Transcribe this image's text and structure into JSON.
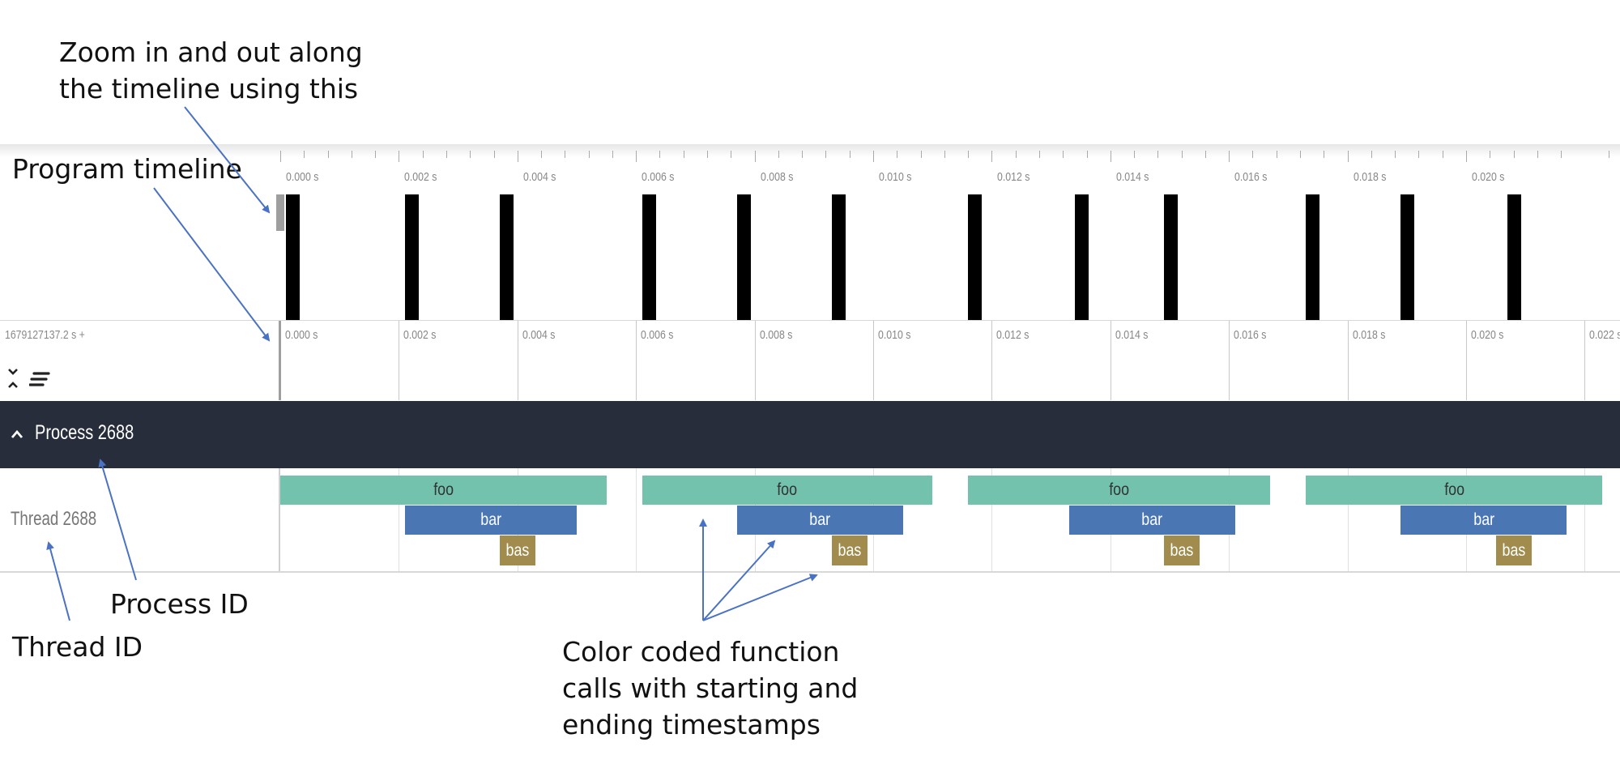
{
  "annotations": {
    "zoom_note": "Zoom in and out along\nthe timeline using this",
    "timeline_label": "Program timeline",
    "process_id_label": "Process ID",
    "thread_id_label": "Thread ID",
    "function_calls_note": "Color coded function\ncalls with starting and\nending timestamps"
  },
  "overview_ruler": {
    "tick_labels": [
      "0.000 s",
      "0.002 s",
      "0.004 s",
      "0.006 s",
      "0.008 s",
      "0.010 s",
      "0.012 s",
      "0.014 s",
      "0.016 s",
      "0.018 s",
      "0.020 s"
    ]
  },
  "time_axis": {
    "offset_label": "1679127137.2 s +",
    "tick_labels": [
      "0.000 s",
      "0.002 s",
      "0.004 s",
      "0.006 s",
      "0.008 s",
      "0.010 s",
      "0.012 s",
      "0.014 s",
      "0.016 s",
      "0.018 s",
      "0.020 s",
      "0.022 s"
    ]
  },
  "toolbar": {
    "collapse_icon": "collapse-expand-icon",
    "sort_icon": "sort-lines-icon"
  },
  "process": {
    "title": "Process 2688",
    "chevron_icon": "chevron-up-icon"
  },
  "thread": {
    "label": "Thread 2688"
  },
  "colors": {
    "foo": "#72c2ae",
    "bar": "#4a77b3",
    "bas": "#a18c4e",
    "activity": "#000000",
    "process_header": "#272d3a",
    "annotation_arrow": "#4a72c4"
  },
  "calls": [
    {
      "name": "foo",
      "depth": 0,
      "start_s": 0.0,
      "end_s": 0.0055
    },
    {
      "name": "bar",
      "depth": 1,
      "start_s": 0.0021,
      "end_s": 0.005
    },
    {
      "name": "bas",
      "depth": 2,
      "start_s": 0.0037,
      "end_s": 0.0043
    },
    {
      "name": "foo",
      "depth": 0,
      "start_s": 0.0061,
      "end_s": 0.011
    },
    {
      "name": "bar",
      "depth": 1,
      "start_s": 0.0077,
      "end_s": 0.0105
    },
    {
      "name": "bas",
      "depth": 2,
      "start_s": 0.0093,
      "end_s": 0.0099
    },
    {
      "name": "foo",
      "depth": 0,
      "start_s": 0.0116,
      "end_s": 0.0167
    },
    {
      "name": "bar",
      "depth": 1,
      "start_s": 0.0133,
      "end_s": 0.0161
    },
    {
      "name": "bas",
      "depth": 2,
      "start_s": 0.0149,
      "end_s": 0.0155
    },
    {
      "name": "foo",
      "depth": 0,
      "start_s": 0.0173,
      "end_s": 0.0223
    },
    {
      "name": "bar",
      "depth": 1,
      "start_s": 0.0189,
      "end_s": 0.0217
    },
    {
      "name": "bas",
      "depth": 2,
      "start_s": 0.0205,
      "end_s": 0.0211
    }
  ],
  "activity_times_s": [
    0.0001,
    0.0021,
    0.0037,
    0.0061,
    0.0077,
    0.0093,
    0.0116,
    0.0134,
    0.0149,
    0.0173,
    0.0189,
    0.0207
  ]
}
